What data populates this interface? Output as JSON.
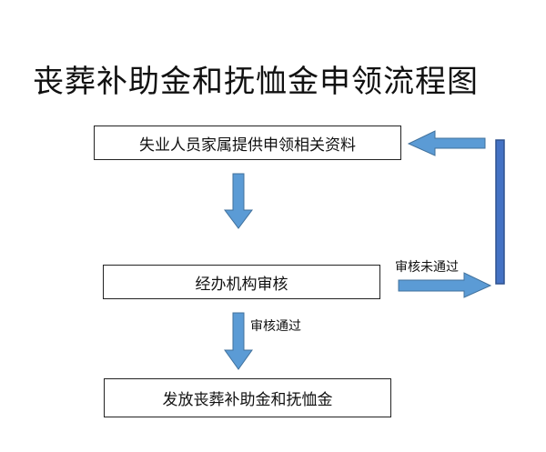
{
  "title": "丧葬补助金和抚恤金申领流程图",
  "steps": {
    "step1": "失业人员家属提供申领相关资料",
    "step2": "经办机构审核",
    "step3": "发放丧葬补助金和抚恤金"
  },
  "labels": {
    "reject": "审核未通过",
    "pass": "审核通过"
  },
  "colors": {
    "arrow_fill": "#5b9bd5",
    "arrow_stroke": "#41719c",
    "bar_fill": "#4472c4",
    "bar_stroke": "#2f528f"
  }
}
